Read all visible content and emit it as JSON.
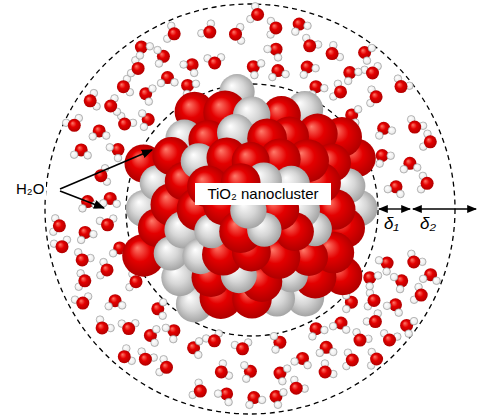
{
  "diagram": {
    "nodes": [
      {
        "text": [
          "TiO₂ nanocluster"
        ]
      }
    ],
    "labels": [
      "H₂O",
      "δ₁",
      "δ₂"
    ]
  }
}
